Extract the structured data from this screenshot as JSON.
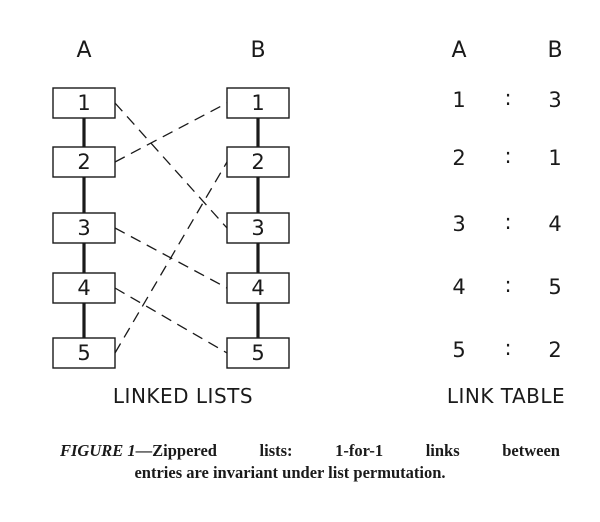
{
  "linked_lists": {
    "column_a_header": "A",
    "column_b_header": "B",
    "list_a": [
      "1",
      "2",
      "3",
      "4",
      "5"
    ],
    "list_b": [
      "1",
      "2",
      "3",
      "4",
      "5"
    ],
    "caption": "LINKED LISTS"
  },
  "links": [
    {
      "from_a": 1,
      "to_b": 3
    },
    {
      "from_a": 2,
      "to_b": 1
    },
    {
      "from_a": 3,
      "to_b": 4
    },
    {
      "from_a": 4,
      "to_b": 5
    },
    {
      "from_a": 5,
      "to_b": 2
    }
  ],
  "link_table": {
    "header_a": "A",
    "header_b": "B",
    "separator": ":",
    "rows": [
      {
        "a": "1",
        "b": "3"
      },
      {
        "a": "2",
        "b": "1"
      },
      {
        "a": "3",
        "b": "4"
      },
      {
        "a": "4",
        "b": "5"
      },
      {
        "a": "5",
        "b": "2"
      }
    ],
    "caption": "LINK TABLE"
  },
  "figure_caption": {
    "label": "FIGURE 1",
    "words": [
      "—Zippered",
      "lists:",
      "1-for-1",
      "links",
      "between"
    ],
    "line2": "entries are invariant under list permutation."
  }
}
